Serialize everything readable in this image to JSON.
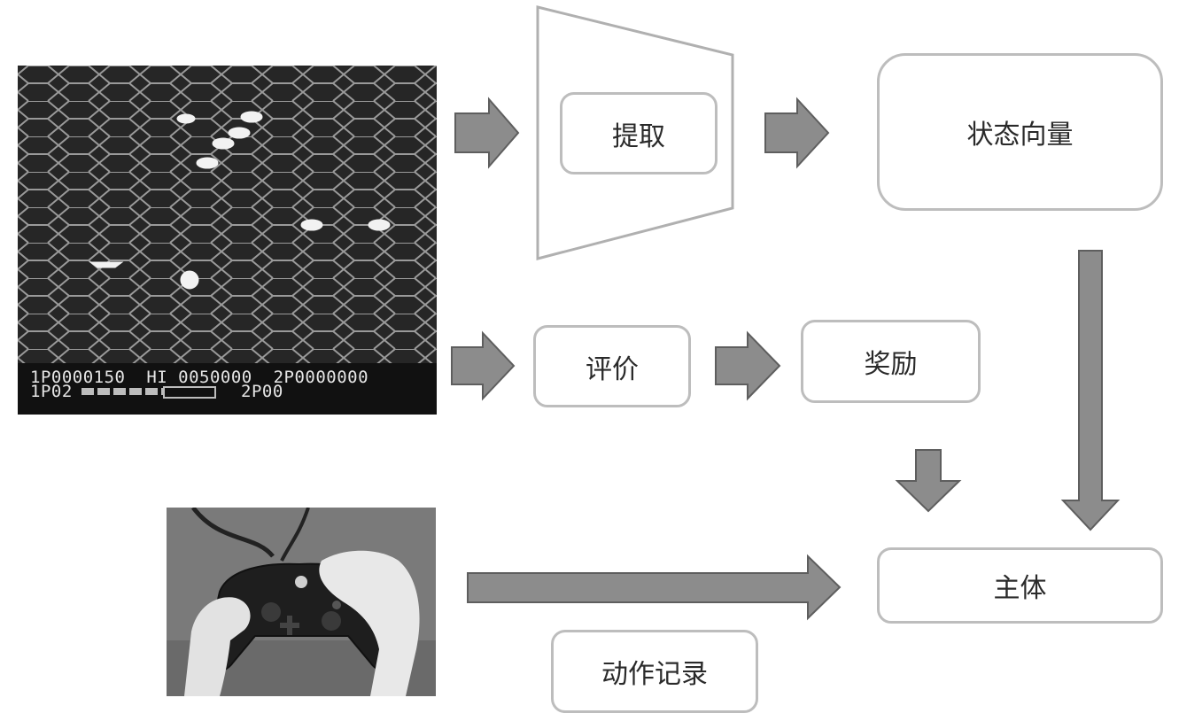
{
  "nodes": {
    "extract": "提取",
    "state_vector": "状态向量",
    "evaluate": "评价",
    "reward": "奖励",
    "agent": "主体",
    "action_record": "动作记录"
  },
  "game_screen": {
    "hud_line1": "1P0000150  HI 0050000  2P0000000",
    "hud_line2_left": "1P02",
    "hud_line2_right": "2P00"
  },
  "colors": {
    "arrow_fill": "#8c8c8c",
    "arrow_stroke": "#5e5e5e",
    "box_border": "#bdbdbd",
    "funnel_border": "#b0b0b0"
  }
}
